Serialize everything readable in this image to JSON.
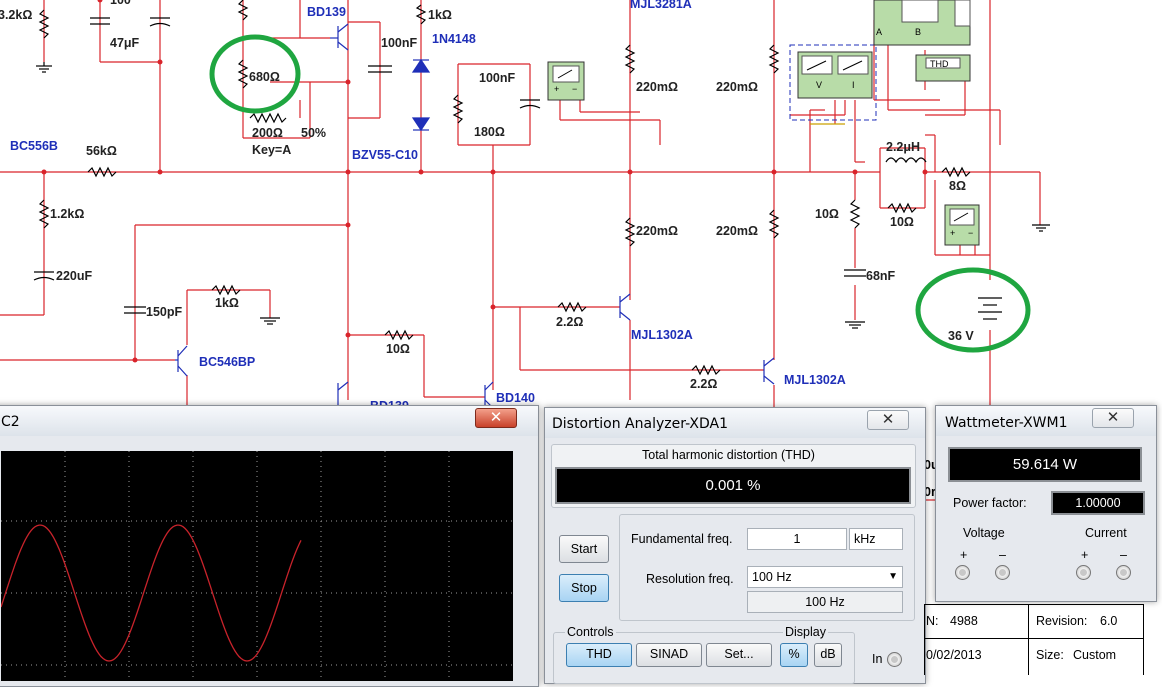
{
  "schematic": {
    "labels": {
      "r_3k2": "3.2kΩ",
      "c_47u": "47μF",
      "c_100_top": "100",
      "r_680": "680Ω",
      "r_200": "200Ω",
      "pct_50": "50%",
      "key": "Key=A",
      "bd139_top": "BD139",
      "c_100n_a": "100nF",
      "r_1k_top": "1kΩ",
      "d_1n4148": "1N4148",
      "bzv55": "BZV55-C10",
      "c_100n_b": "100nF",
      "r_180": "180Ω",
      "mjl3281a": "MJL3281A",
      "r_220m_1": "220mΩ",
      "r_220m_2": "220mΩ",
      "r_220m_3": "220mΩ",
      "r_220m_4": "220mΩ",
      "bc556b": "BC556B",
      "r_56k": "56kΩ",
      "r_1k2": "1.2kΩ",
      "c_220u": "220uF",
      "c_150p": "150pF",
      "r_1k_mid": "1kΩ",
      "bc546bp": "BC546BP",
      "r_10_a": "10Ω",
      "bd140": "BD140",
      "bd139_bot": "BD139",
      "r_2_2_a": "2.2Ω",
      "mjl1302a_1": "MJL1302A",
      "r_2_2_b": "2.2Ω",
      "mjl1302a_2": "MJL1302A",
      "l_2_2u": "2.2μH",
      "r_8": "8Ω",
      "r_10_b": "10Ω",
      "r_10_c": "10Ω",
      "c_68n": "68nF",
      "v_36": "36 V",
      "thd_box": "THD",
      "osc_a": "A",
      "osc_b": "B",
      "wm_v": "V",
      "wm_i": "I",
      "plus": "+",
      "minus": "−"
    },
    "colors": {
      "wire": "#d9242b",
      "part": "#000000",
      "part_label": "#1f2fb8",
      "annotation_circle": "#1fa640",
      "instrument_green": "#b8dca8"
    }
  },
  "oscilloscope": {
    "title": "C2",
    "close_icon": "close-icon",
    "colors": {
      "screen": "#000000",
      "grid": "#9a9a9a",
      "trace": "#c8232b"
    }
  },
  "distortion_analyzer": {
    "title": "Distortion Analyzer-XDA1",
    "close_icon": "close-icon",
    "thd_caption": "Total harmonic distortion (THD)",
    "thd_value": "0.001 %",
    "start_label": "Start",
    "stop_label": "Stop",
    "fundamental_label": "Fundamental freq.",
    "fundamental_value": "1",
    "fundamental_unit": "kHz",
    "resolution_label": "Resolution freq.",
    "resolution_selected": "100 Hz",
    "resolution_readout": "100 Hz",
    "controls_label": "Controls",
    "display_label": "Display",
    "thd_button": "THD",
    "sinad_button": "SINAD",
    "set_button": "Set...",
    "pct_button": "%",
    "db_button": "dB",
    "in_label": "In"
  },
  "wattmeter": {
    "title": "Wattmeter-XWM1",
    "close_icon": "close-icon",
    "power_value": "59.614 W",
    "power_factor_label": "Power factor:",
    "power_factor_value": "1.00000",
    "voltage_label": "Voltage",
    "current_label": "Current",
    "plus": "+",
    "minus": "–"
  },
  "title_block": {
    "n_label": "N:",
    "n_value": "4988",
    "revision_label": "Revision:",
    "revision_value": "6.0",
    "date_value": "0/02/2013",
    "size_label": "Size:",
    "size_value": "Custom"
  },
  "behind_windows": {
    "f_0u": "0u",
    "f_0r": "0r"
  }
}
